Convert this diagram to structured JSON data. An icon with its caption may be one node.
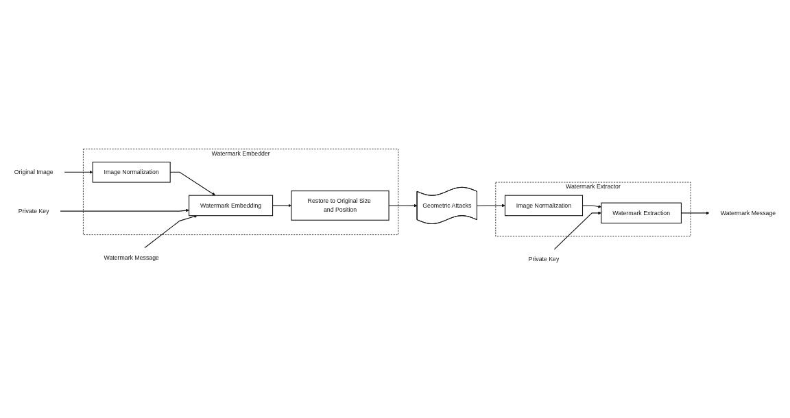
{
  "diagram": {
    "nodes": [
      {
        "text": [
          "Watermark Embedder"
        ]
      },
      {
        "text": [
          "Original Image"
        ]
      },
      {
        "text": [
          "Image Normalization"
        ],
        "in": 0
      },
      {
        "text": [
          "Watermark Message"
        ]
      },
      {
        "text": [
          "Private Key"
        ]
      },
      {
        "text": [
          "Watermark Embedding"
        ],
        "in": 0
      },
      {
        "text": [
          "Restore to Original Size and Position"
        ],
        "in": 0
      },
      {
        "text": [
          "Geometric Attacks"
        ]
      },
      {
        "text": [
          "Watermark Extractor"
        ]
      },
      {
        "text": [
          "Watermark Extraction"
        ],
        "in": 8
      },
      {
        "text": [
          "Image Normalization"
        ],
        "in": 8
      },
      {
        "text": [
          "Watermark Message"
        ]
      },
      {
        "text": [
          "Private Key"
        ]
      }
    ],
    "edges": [
      {
        "from": 1,
        "to": 2,
        "arrow": "to"
      },
      {
        "from": 2,
        "to": 5,
        "arrow": "to"
      },
      {
        "from": 3,
        "to": 5,
        "arrow": "to"
      },
      {
        "from": 4,
        "to": 5,
        "arrow": "to"
      },
      {
        "from": 5,
        "to": 6,
        "arrow": "to"
      },
      {
        "from": 6,
        "to": 7,
        "arrow": "to"
      },
      {
        "from": 7,
        "to": 10,
        "arrow": "to"
      },
      {
        "from": 10,
        "to": 9,
        "arrow": "to"
      },
      {
        "from": 9,
        "to": 11,
        "arrow": "to"
      },
      {
        "from": 12,
        "to": 9,
        "arrow": "to"
      }
    ]
  }
}
